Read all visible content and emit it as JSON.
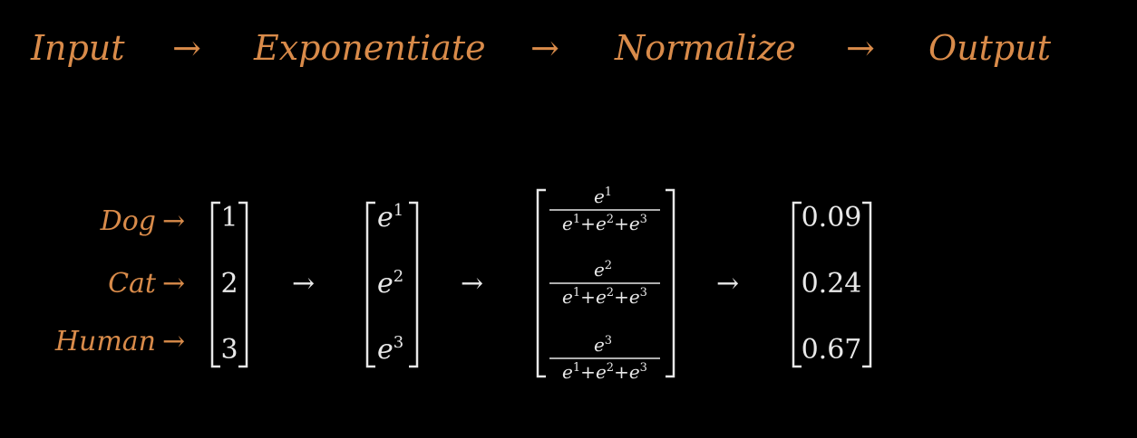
{
  "colors": {
    "background": "#000000",
    "accent": "#d98b4a",
    "math": "#e8e8e8"
  },
  "pipeline": {
    "steps": [
      "Input",
      "Exponentiate",
      "Normalize",
      "Output"
    ],
    "arrow": "→"
  },
  "labels": [
    {
      "text": "Dog",
      "arrow": "→"
    },
    {
      "text": "Cat",
      "arrow": "→"
    },
    {
      "text": "Human",
      "arrow": "→"
    }
  ],
  "input_vector": [
    "1",
    "2",
    "3"
  ],
  "exp_vector": [
    {
      "base": "e",
      "exp": "1"
    },
    {
      "base": "e",
      "exp": "2"
    },
    {
      "base": "e",
      "exp": "3"
    }
  ],
  "normalized_vector": [
    {
      "numerator": {
        "base": "e",
        "exp": "1"
      }
    },
    {
      "numerator": {
        "base": "e",
        "exp": "2"
      }
    },
    {
      "numerator": {
        "base": "e",
        "exp": "3"
      }
    }
  ],
  "denominator": {
    "terms": [
      {
        "base": "e",
        "exp": "1"
      },
      {
        "base": "e",
        "exp": "2"
      },
      {
        "base": "e",
        "exp": "3"
      }
    ],
    "plus": "+"
  },
  "output_vector": [
    "0.09",
    "0.24",
    "0.67"
  ],
  "vector_arrow": "→"
}
